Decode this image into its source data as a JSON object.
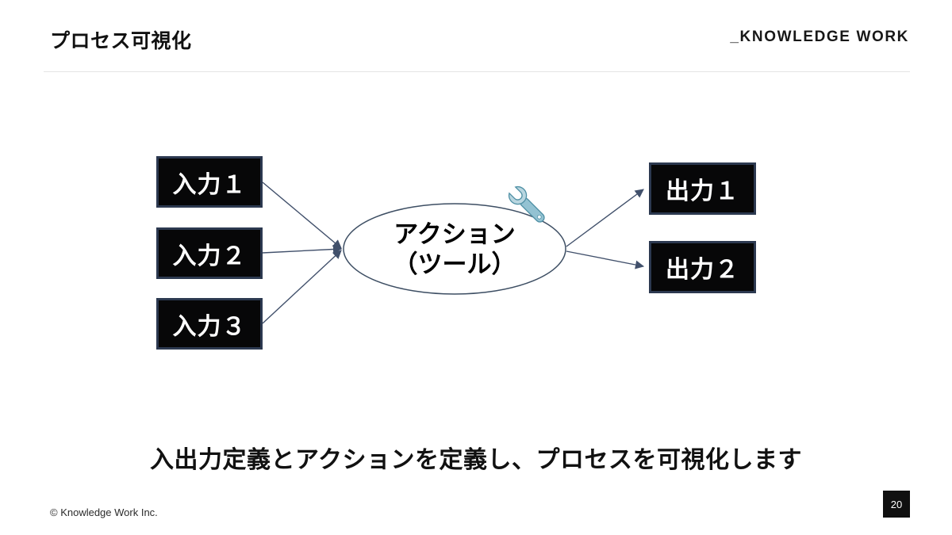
{
  "header": {
    "title": "プロセス可視化",
    "logo": "_KNOWLEDGE WORK"
  },
  "diagram": {
    "inputs": [
      {
        "label": "入力１"
      },
      {
        "label": "入力２"
      },
      {
        "label": "入力３"
      }
    ],
    "outputs": [
      {
        "label": "出力１"
      },
      {
        "label": "出力２"
      }
    ],
    "action": {
      "line1": "アクション",
      "line2": "（ツール）"
    },
    "icon": "wrench-icon",
    "colors": {
      "node_fill": "#070708",
      "node_border": "#2c3950",
      "arrow": "#41506b",
      "ellipse_stroke": "#3d4e63",
      "wrench_head": "#b9d6e0",
      "wrench_handle": "#93c2d2",
      "wrench_outline": "#4f90a5"
    }
  },
  "message": "入出力定義とアクションを定義し、プロセスを可視化します",
  "footer": {
    "copyright": "© Knowledge Work Inc.",
    "page_number": "20"
  }
}
